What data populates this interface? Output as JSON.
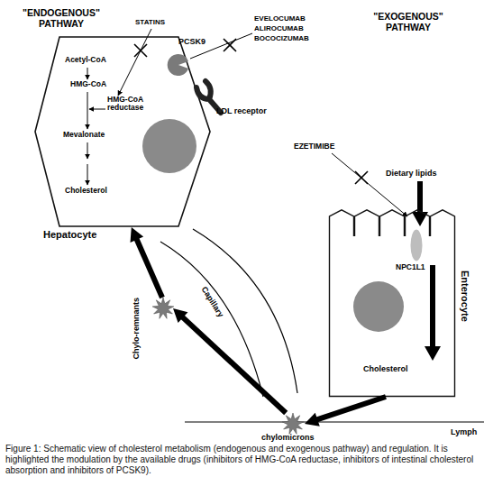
{
  "diagram": {
    "caption": "Figure 1: Schematic view of cholesterol metabolism (endogenous and exogenous pathway) and regulation. It is highlighted the modulation by the available drugs (inhibitors of HMG-CoA reductase, inhibitors of intestinal cholesterol absorption and inhibitors of PCSK9).",
    "nodes": [
      {
        "text": [
          "Hepatocyte"
        ]
      },
      {
        "text": [
          "PCSK9"
        ]
      },
      {
        "text": [
          "LDL receptor"
        ]
      },
      {
        "text": [
          "Enterocyte"
        ]
      },
      {
        "text": [
          "NPC1L1"
        ],
        "in": 3
      },
      {
        "text": [
          "chylomicrons"
        ]
      },
      {
        "text": [
          "Chylo-remnants"
        ]
      }
    ],
    "edges": [
      {
        "from": 3,
        "to": 5,
        "arrow": "to"
      },
      {
        "from": 5,
        "to": 6,
        "arrow": "to"
      },
      {
        "from": 6,
        "to": 0,
        "arrow": "to"
      }
    ],
    "labels": [
      "\"ENDOGENOUS\" PATHWAY",
      "\"EXOGENOUS\" PATHWAY",
      "STATINS",
      "EVELOCUMAB",
      "ALIROCUMAB",
      "BOCOCIZUMAB",
      "Acetyl-CoA",
      "HMG-CoA",
      "HMG-CoA reductase",
      "Mevalonate",
      "Cholesterol",
      "EZETIMIBE",
      "Dietary lipids",
      "Cholesterol",
      "Capillary",
      "Lymph"
    ]
  }
}
